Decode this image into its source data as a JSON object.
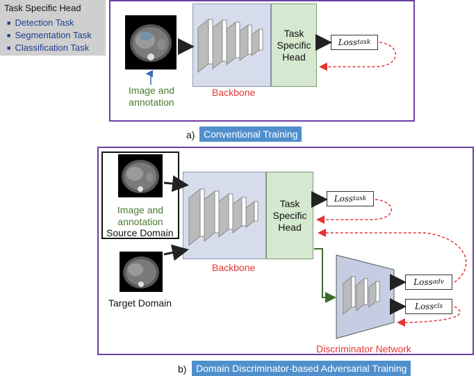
{
  "legend": {
    "title": "Task Specific Head",
    "items": [
      "Detection Task",
      "Segmentation Task",
      "Classification Task"
    ]
  },
  "panel_a": {
    "input_label": "Image and\nannotation",
    "backbone_label": "Backbone",
    "head_label": "Task\nSpecific\nHead",
    "loss_task": {
      "base": "Loss",
      "sub": "task"
    },
    "caption_letter": "a)",
    "caption": "Conventional Training"
  },
  "panel_b": {
    "source_input_label": "Image and\nannotation",
    "source_domain_label": "Source Domain",
    "target_domain_label": "Target Domain",
    "backbone_label": "Backbone",
    "head_label": "Task\nSpecific\nHead",
    "loss_task": {
      "base": "Loss",
      "sub": "task"
    },
    "loss_adv": {
      "base": "Loss",
      "sub": "adv"
    },
    "loss_cls": {
      "base": "Loss",
      "sub": "cls"
    },
    "discriminator_label": "Discriminator Network",
    "caption_letter": "b)",
    "caption": "Domain Discriminator-based Adversarial Training"
  },
  "colors": {
    "frame": "#6b3fa0",
    "backbone_fill": "#d6dceb",
    "head_fill": "#d5e8d0",
    "caption_fill": "#4f8fcc",
    "loss_feedback": "#e53333",
    "image_annotation_text": "#4a7a2e",
    "legend_text": "#1d3f8f"
  }
}
